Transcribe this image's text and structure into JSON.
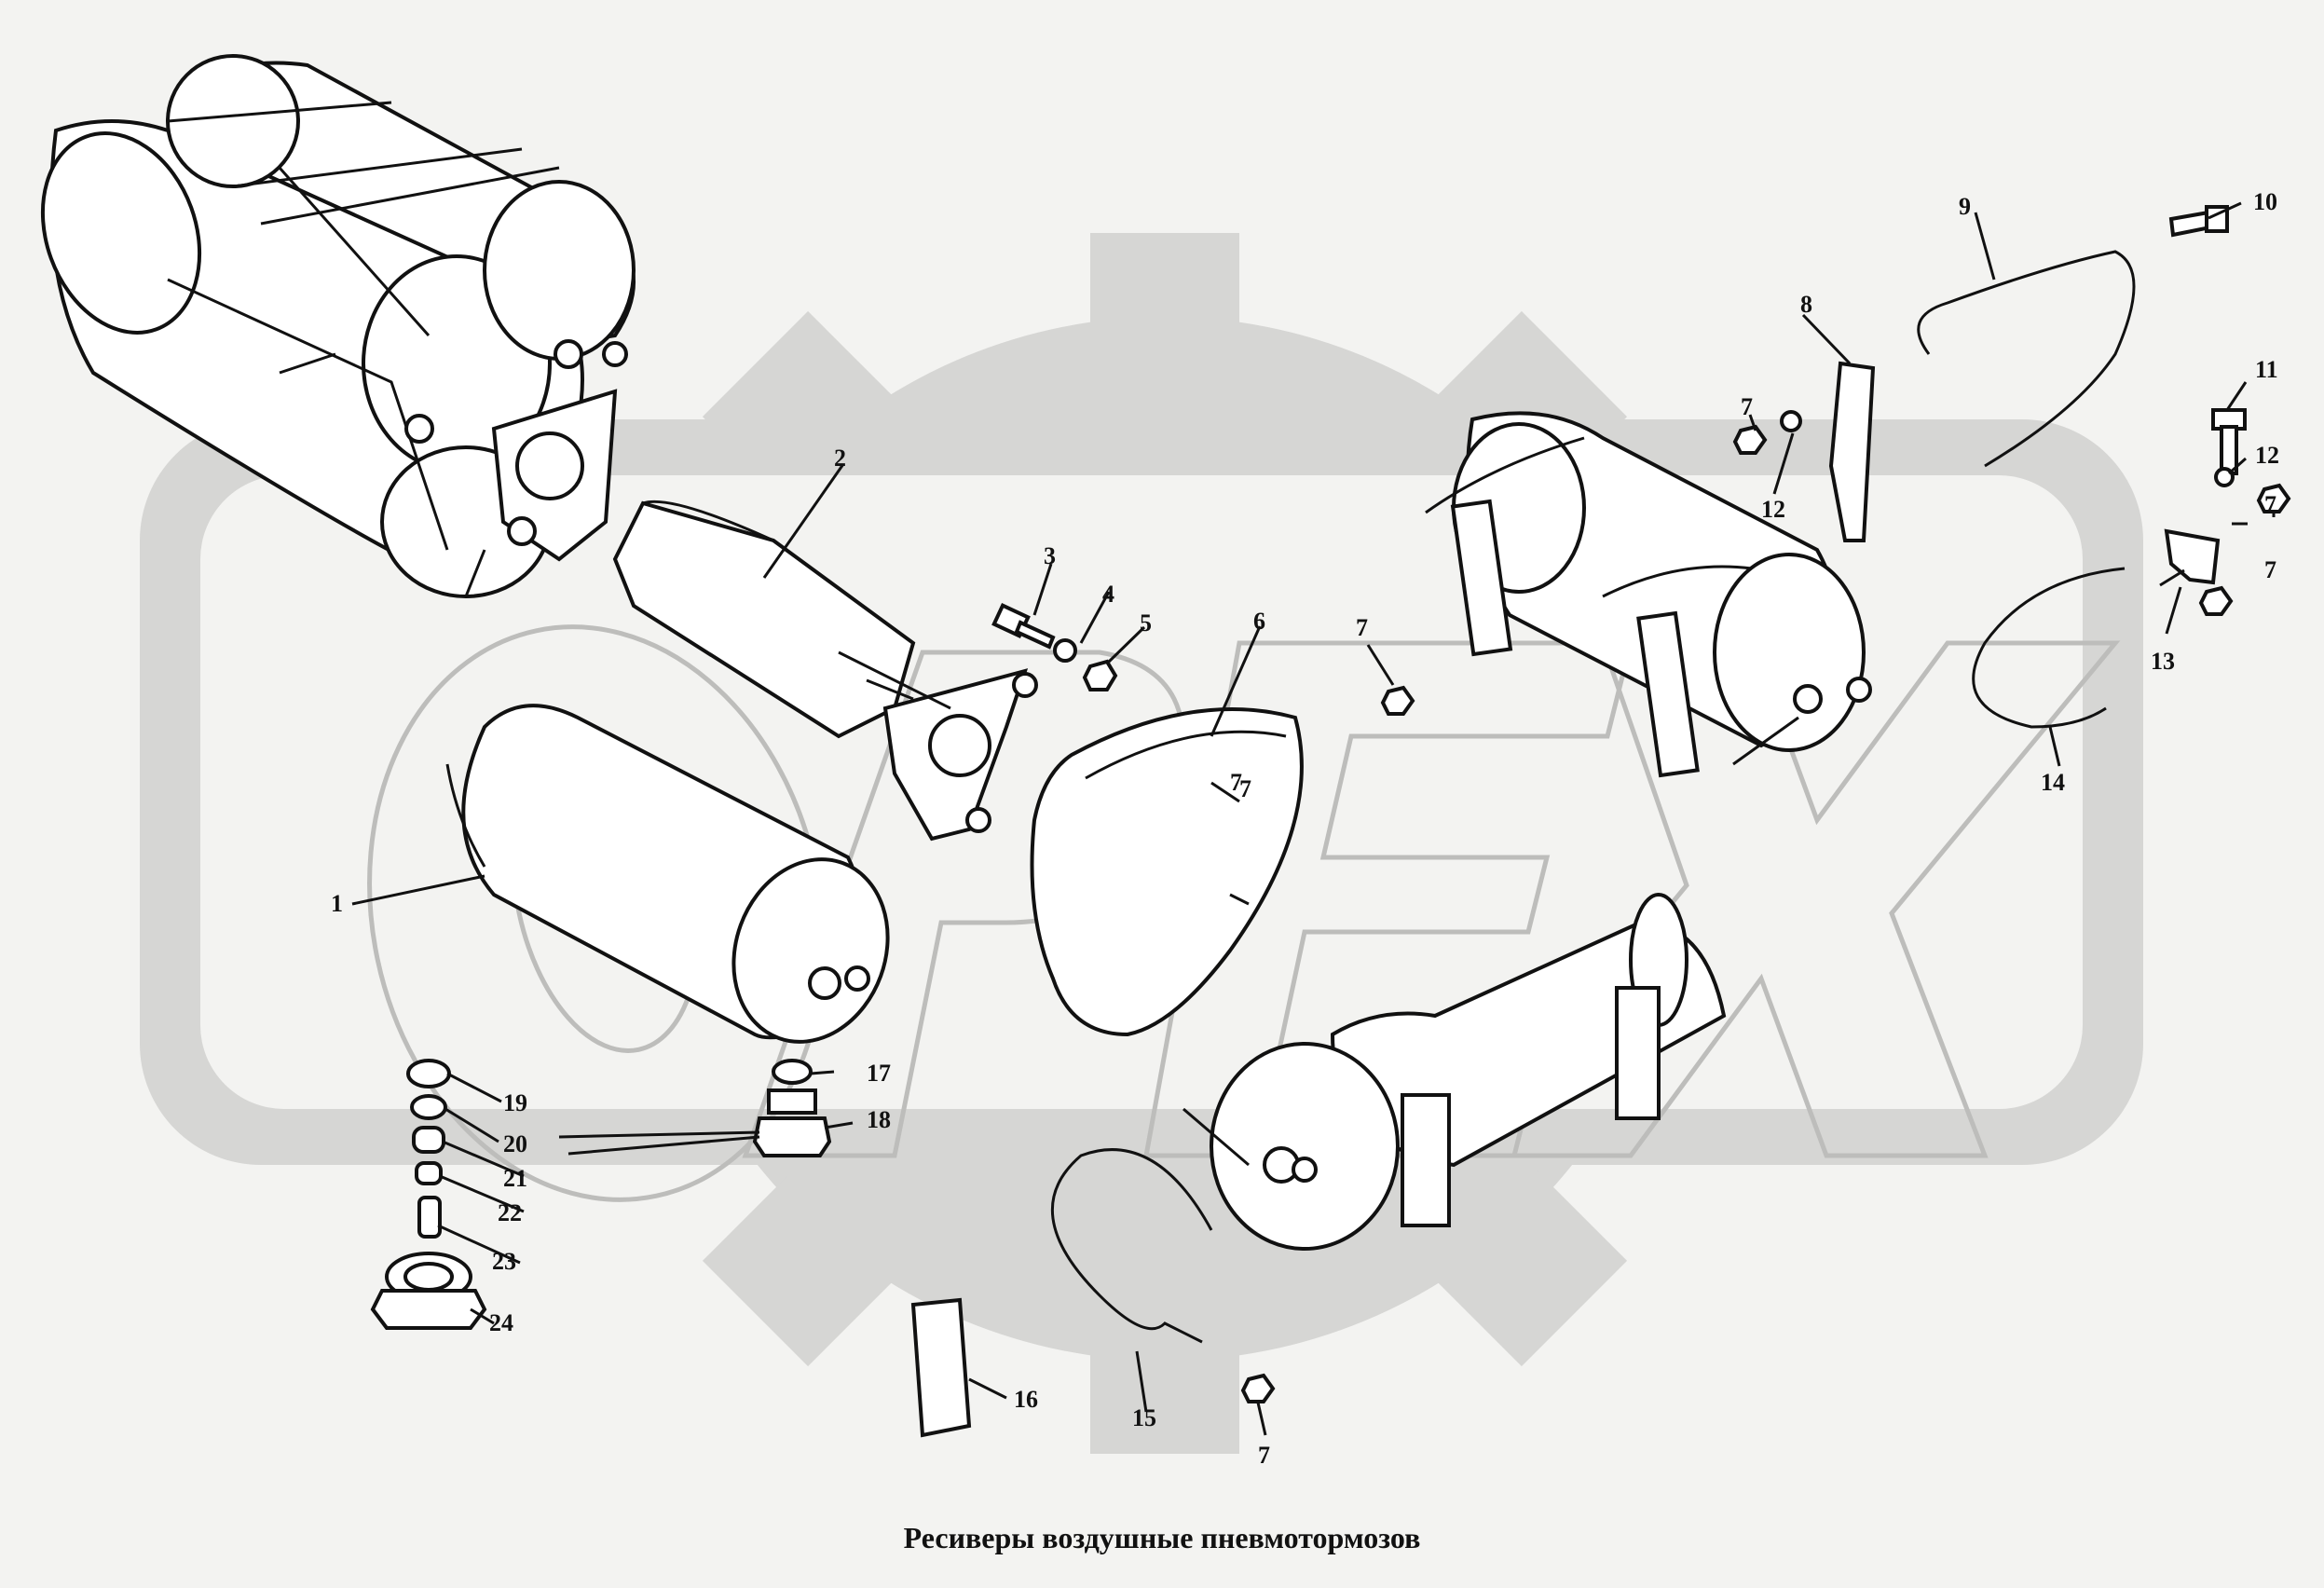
{
  "caption": "Ресиверы воздушные пневмотормозов",
  "watermark": {
    "text": "OPEX",
    "color": "#d6d6d4"
  },
  "callouts": [
    {
      "id": "c1",
      "text": "1"
    },
    {
      "id": "c2",
      "text": "2"
    },
    {
      "id": "c3",
      "text": "3"
    },
    {
      "id": "c4",
      "text": "4"
    },
    {
      "id": "c5",
      "text": "5"
    },
    {
      "id": "c6",
      "text": "6"
    },
    {
      "id": "c7a",
      "text": "7"
    },
    {
      "id": "c7b",
      "text": "7"
    },
    {
      "id": "c7c",
      "text": "7"
    },
    {
      "id": "c7d",
      "text": "7"
    },
    {
      "id": "c7e",
      "text": "7"
    },
    {
      "id": "c7f",
      "text": "7"
    },
    {
      "id": "c7g",
      "text": "7"
    },
    {
      "id": "c8",
      "text": "8"
    },
    {
      "id": "c9",
      "text": "9"
    },
    {
      "id": "c10",
      "text": "10"
    },
    {
      "id": "c11",
      "text": "11"
    },
    {
      "id": "c12a",
      "text": "12"
    },
    {
      "id": "c12b",
      "text": "12"
    },
    {
      "id": "c13",
      "text": "13"
    },
    {
      "id": "c14",
      "text": "14"
    },
    {
      "id": "c15",
      "text": "15"
    },
    {
      "id": "c16",
      "text": "16"
    },
    {
      "id": "c17",
      "text": "17"
    },
    {
      "id": "c18",
      "text": "18"
    },
    {
      "id": "c19",
      "text": "19"
    },
    {
      "id": "c20",
      "text": "20"
    },
    {
      "id": "c21",
      "text": "21"
    },
    {
      "id": "c22",
      "text": "22"
    },
    {
      "id": "c23",
      "text": "23"
    },
    {
      "id": "c24",
      "text": "24"
    }
  ]
}
